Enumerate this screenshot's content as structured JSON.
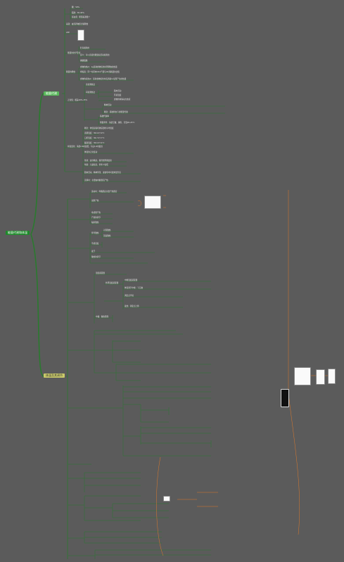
{
  "root": {
    "label": "能量代谢和体温"
  },
  "branches": [
    {
      "label": "能量代谢",
      "color": "#58b85a"
    },
    {
      "label": "体温及其调节",
      "color": "#c9c96a"
    }
  ],
  "leaf_lines": [
    "糖：50%",
    "脂肪：30-40%",
    "蛋白质：能量来源很少",
    "来源：由营养物质分解释放",
    "ATP",
    "贮存和利用",
    "意义：可以直接供能组织活动和利用",
    "磷酸肌酸",
    "能量的化学形式",
    "能量的释放",
    "食物的热价：1g某种食物氧化时所释放的热量",
    "呼吸商：同一时间内CO2产量与O2消耗量的比值",
    "食物的氧热价：某种食物氧化时每消耗1L氧所产生的热量",
    "直接测热法",
    "间接测热法",
    "肌肉活动",
    "环境温度",
    "食物的特殊动力效应",
    "精神活动",
    "概念：基础状态下的能量代谢",
    "基础代谢率",
    "测量条件：清晨空腹、静卧、室温20-25℃",
    "正常值：相差10%-15%",
    "概念：体温是指机体深部的平均温度",
    "直肠温度：36.9-37.9℃",
    "口腔温度：36.7-37.7℃",
    "腋窝温度：36.0-37.4℃",
    "体温的正常变动",
    "昼夜变化：清晨2-6时最低，午后1-6时最高",
    "性别：女性略高，随月经周期变化",
    "年龄：儿童较高，老年人较低",
    "肌肉活动、精神紧张、进食等均可使体温升高",
    "安静时：主要由内脏器官产热",
    "运动时：骨骼肌是主要产热器官",
    "战栗产热",
    "非战栗产热",
    "产热的调节",
    "辐射散热",
    "传导散热",
    "对流散热",
    "蒸发散热",
    "不感蒸发",
    "发汗",
    "散热的调节",
    "温度感受器",
    "外周温度感受器",
    "中枢温度感受器",
    "体温调节中枢：下丘脑",
    "调定点学说",
    "发热：调定点上移",
    "中暑：散热障碍"
  ]
}
